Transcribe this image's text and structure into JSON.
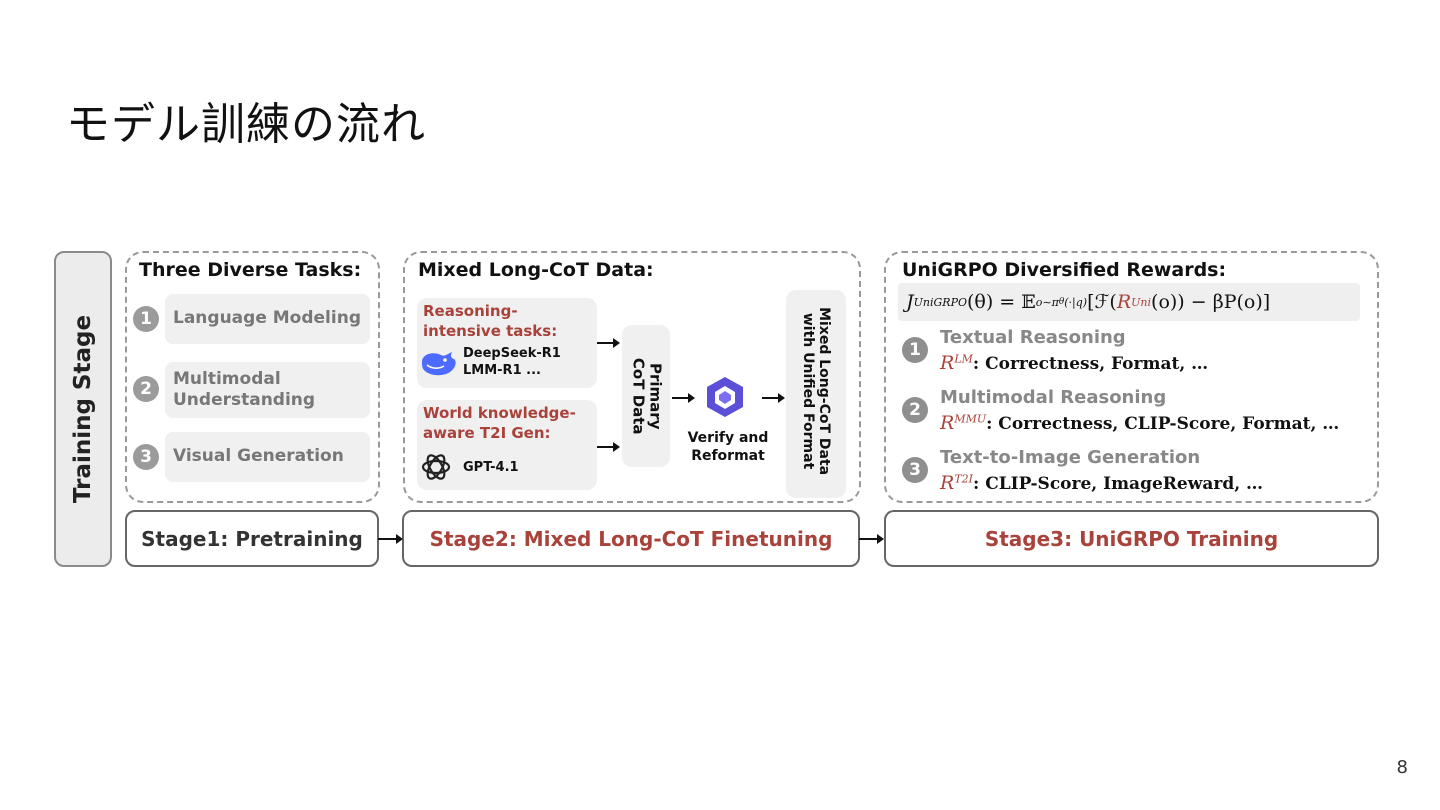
{
  "slide": {
    "title": "モデル訓練の流れ",
    "page_number": "8"
  },
  "diagram": {
    "side_label": "Training Stage",
    "stage1": {
      "heading": "Three Diverse Tasks:",
      "tasks": [
        {
          "num": "1",
          "label": "Language Modeling"
        },
        {
          "num": "2",
          "label": "Multimodal\nUnderstanding"
        },
        {
          "num": "3",
          "label": "Visual Generation"
        }
      ],
      "stage_label": "Stage1: Pretraining"
    },
    "stage2": {
      "heading": "Mixed Long-CoT Data:",
      "source1_title": "Reasoning-\nintensive tasks:",
      "source1_models": "DeepSeek-R1\nLMM-R1 ...",
      "source2_title": "World knowledge-\naware T2I Gen:",
      "source2_model": "GPT-4.1",
      "primary_box": "Primary\nCoT Data",
      "verify_label": "Verify and\nReformat",
      "output_box": "Mixed Long-CoT Data\nwith Unified Format",
      "stage_label": "Stage2: Mixed Long-CoT Finetuning"
    },
    "stage3": {
      "heading": "UniGRPO Diversified Rewards:",
      "objective": "J_UniGRPO(θ) = E_o~π_θ(·|q)[F(R^Uni(o)) − βP(o)]",
      "objective_parts": {
        "lhs": "J",
        "lhs_sub": "UniGRPO",
        "arg": "(θ) = 𝔼",
        "exp_sub": "o∼π",
        "exp_sub2": "θ",
        "exp_sub3": "(·|q)",
        "bracket_open": "[ℱ(",
        "r": "R",
        "r_sup": "Uni",
        "rest": "(o)) − βP(o)]"
      },
      "rewards": [
        {
          "num": "1",
          "title": "Textual Reasoning",
          "r_sup": "LM",
          "formula": ": Correctness, Format, …"
        },
        {
          "num": "2",
          "title": "Multimodal Reasoning",
          "r_sup": "MMU",
          "formula": ": Correctness, CLIP-Score, Format, …"
        },
        {
          "num": "3",
          "title": "Text-to-Image Generation",
          "r_sup": "T2I",
          "formula": ": CLIP-Score, ImageReward, …"
        }
      ],
      "reward_symbol": "R",
      "stage_label": "Stage3: UniGRPO Training"
    },
    "colors": {
      "accent_red": "#a8423a",
      "muted_gray": "#888888",
      "panel_gray": "#f0f0f0",
      "qwen_purple": "#5b4fd8",
      "deepseek_blue": "#4d6bfe"
    },
    "icons": [
      "deepseek-whale-icon",
      "openai-logo-icon",
      "qwen-logo-icon"
    ]
  }
}
